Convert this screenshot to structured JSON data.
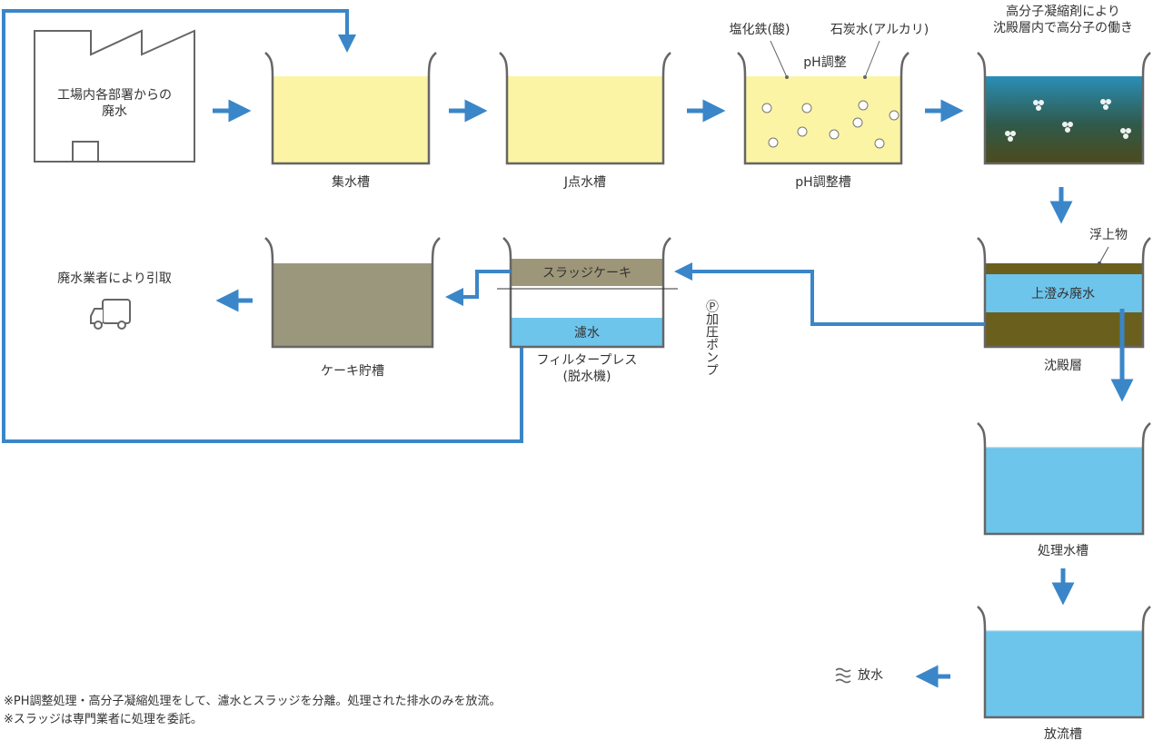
{
  "factory": {
    "label_line1": "工場内各部署からの",
    "label_line2": "廃水"
  },
  "tanks": {
    "collection": "集水槽",
    "j_point": "J点水槽",
    "ph_adjust": "pH調整槽",
    "settling": "沈殿層",
    "treated": "処理水槽",
    "discharge": "放流槽",
    "cake_storage": "ケーキ貯槽",
    "filter_press_line1": "フィルタープレス",
    "filter_press_line2": "(脱水機)"
  },
  "annotations": {
    "ferric_chloride": "塩化鉄(酸)",
    "lime_water": "石炭水(アルカリ)",
    "ph_adjust_center": "pH調整",
    "polymer_line1": "高分子凝縮剤により",
    "polymer_line2": "沈殿層内で高分子の働き",
    "floating": "浮上物",
    "supernatant": "上澄み廃水",
    "sludge_cake": "スラッジケーキ",
    "filtrate": "濾水",
    "pressure_pump": "Ⓟ加圧ポンプ",
    "disposal": "廃水業者により引取",
    "water_release": "放水"
  },
  "notes": [
    "※PH調整処理・高分子凝縮処理をして、濾水とスラッジを分離。処理された排水のみを放流。",
    "※スラッジは専門業者に処理を委託。"
  ],
  "colors": {
    "arrow_blue": "#3a86c8",
    "pale_yellow": "#fbf4a4",
    "settle_top": "#2a8fb8",
    "settle_bottom": "#4d4a1c",
    "sludge_brown": "#9d9679",
    "cake_gray": "#9b977c",
    "olive": "#6b5f1e",
    "water_blue": "#6ec5ec"
  }
}
